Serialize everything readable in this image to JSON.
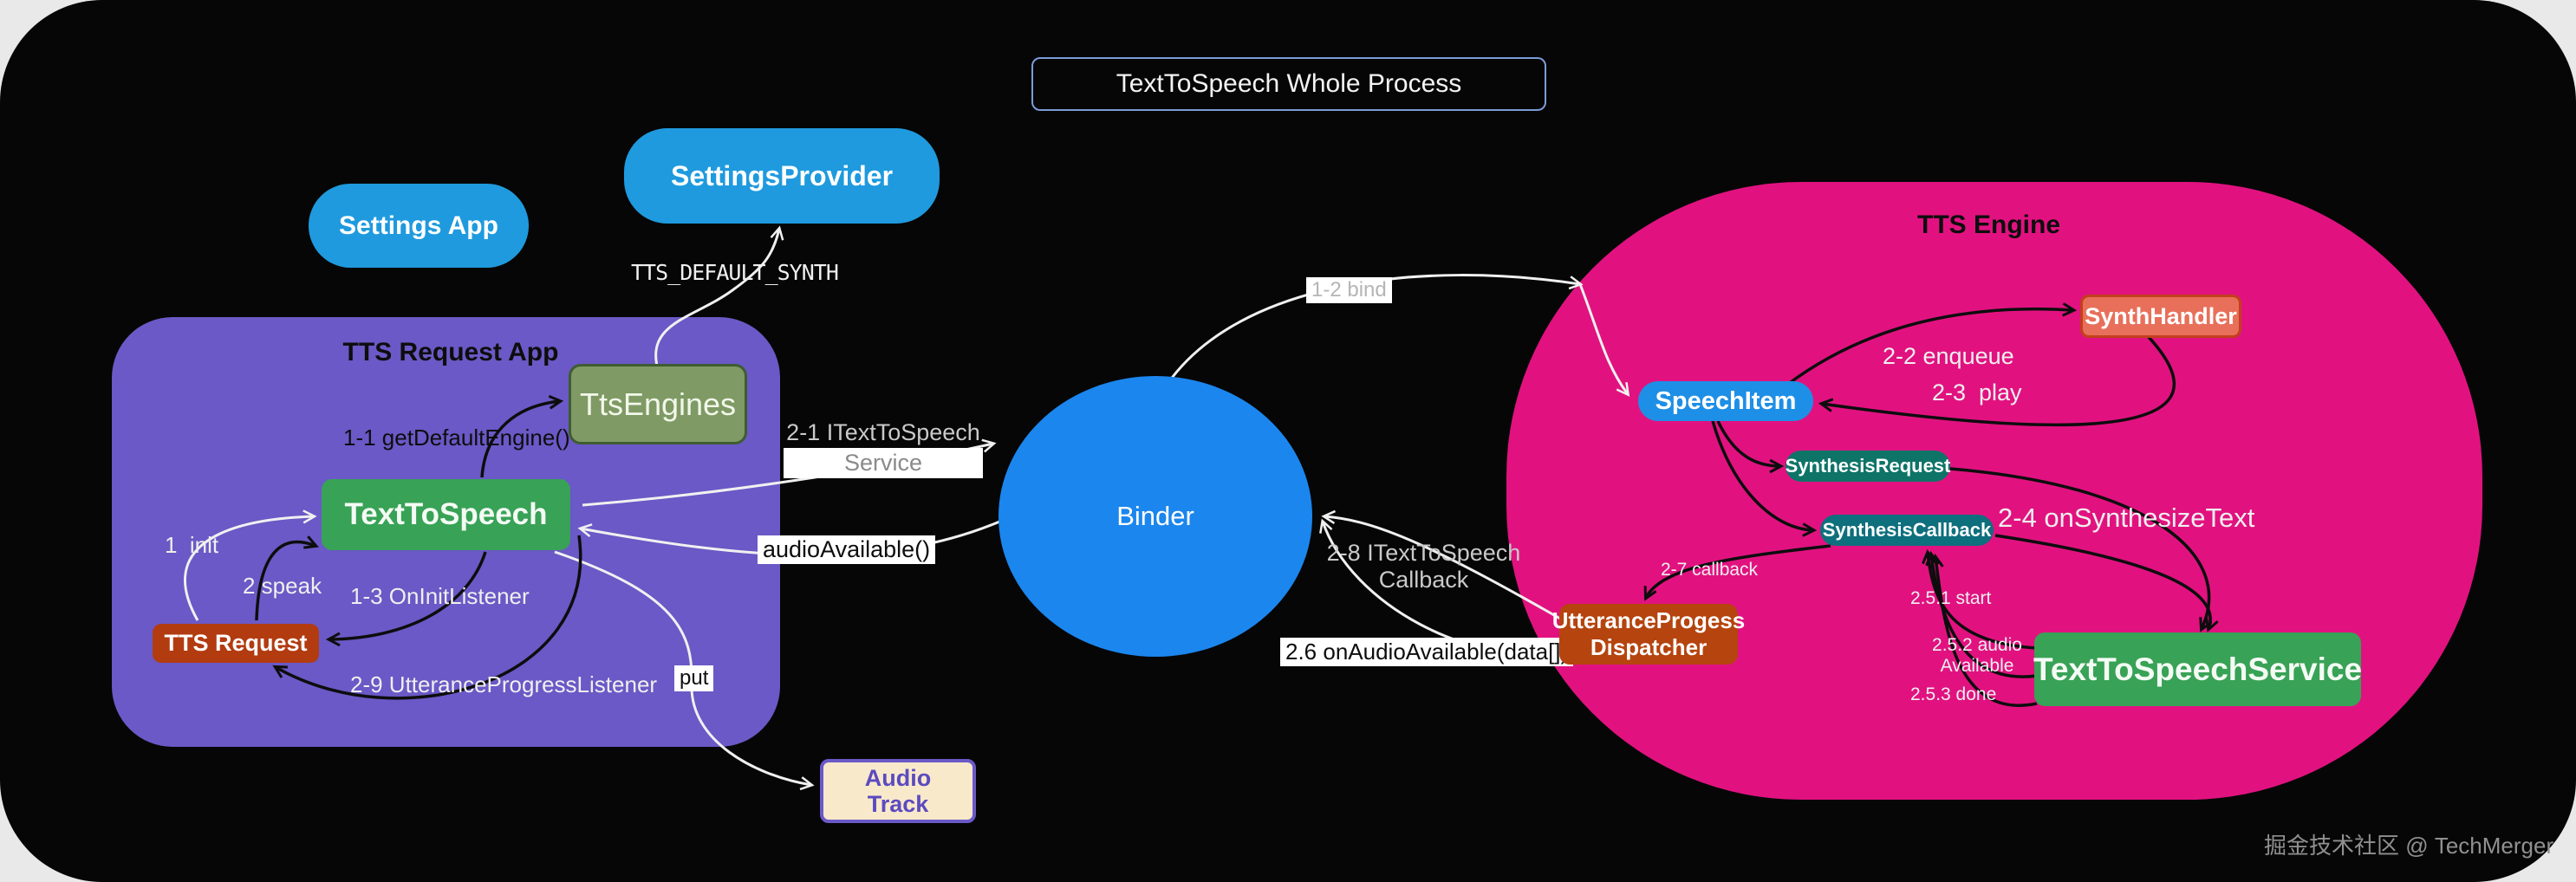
{
  "title": "TextToSpeech Whole Process",
  "containers": {
    "tts_request_app": "TTS Request App",
    "tts_engine": "TTS Engine"
  },
  "nodes": {
    "settings_app": "Settings App",
    "settings_provider": "SettingsProvider",
    "tts_engines": "TtsEngines",
    "text_to_speech": "TextToSpeech",
    "tts_request": "TTS Request",
    "binder": "Binder",
    "audio_track_line1": "Audio",
    "audio_track_line2": "Track",
    "synth_handler": "SynthHandler",
    "speech_item": "SpeechItem",
    "synthesis_request": "SynthesisRequest",
    "synthesis_callback": "SynthesisCallback",
    "dispatcher_line1": "UtteranceProgess",
    "dispatcher_line2": "Dispatcher",
    "tts_service": "TextToSpeechService"
  },
  "labels": {
    "tts_default_synth": "TTS_DEFAULT_SYNTH",
    "l1_1": "1-1 getDefaultEngine()",
    "l1": "1  init",
    "l2": "2 speak",
    "l1_3": "1-3 OnInitListener",
    "l2_9": "2-9 UtteranceProgressListener",
    "put": "put",
    "l2_1_line1": "2-1 ITextToSpeech",
    "l2_1_line2": "Service",
    "audio_available": "audioAvailable()",
    "l1_2": "1-2 bind",
    "l2_8_line1": "2-8 ITextToSpeech",
    "l2_8_line2": "Callback",
    "l2_6": "2.6 onAudioAvailable(data[])",
    "l2_2": "2-2 enqueue",
    "l2_3": "2-3  play",
    "l2_4": "2-4 onSynthesizeText",
    "l2_7": "2-7 callback",
    "l2_5_1": "2.5.1 start",
    "l2_5_2_line1": "2.5.2 audio",
    "l2_5_2_line2": "Available",
    "l2_5_3": "2.5.3 done"
  },
  "watermark": "掘金技术社区 @ TechMerger",
  "colors": {
    "purple_container": "#6a59c6",
    "pink_container": "#e11280",
    "blue_node": "#1f9ade",
    "binder_blue": "#1b86ee",
    "green_node": "#38a256",
    "sage_node": "#7f9a64",
    "sage_border": "#3f5c31",
    "red_node": "#b23b10",
    "salmon_node": "#e8705a",
    "salmon_border": "#c2401c",
    "speechitem_blue": "#1e8fe6",
    "teal_request": "#0e7468",
    "teal_callback": "#0e6f7d",
    "dispatcher_node": "#b5440e",
    "audio_track_bg": "#f9e9cb",
    "audio_track_text": "#5b4bc0",
    "title_border": "#7d9bd8"
  }
}
